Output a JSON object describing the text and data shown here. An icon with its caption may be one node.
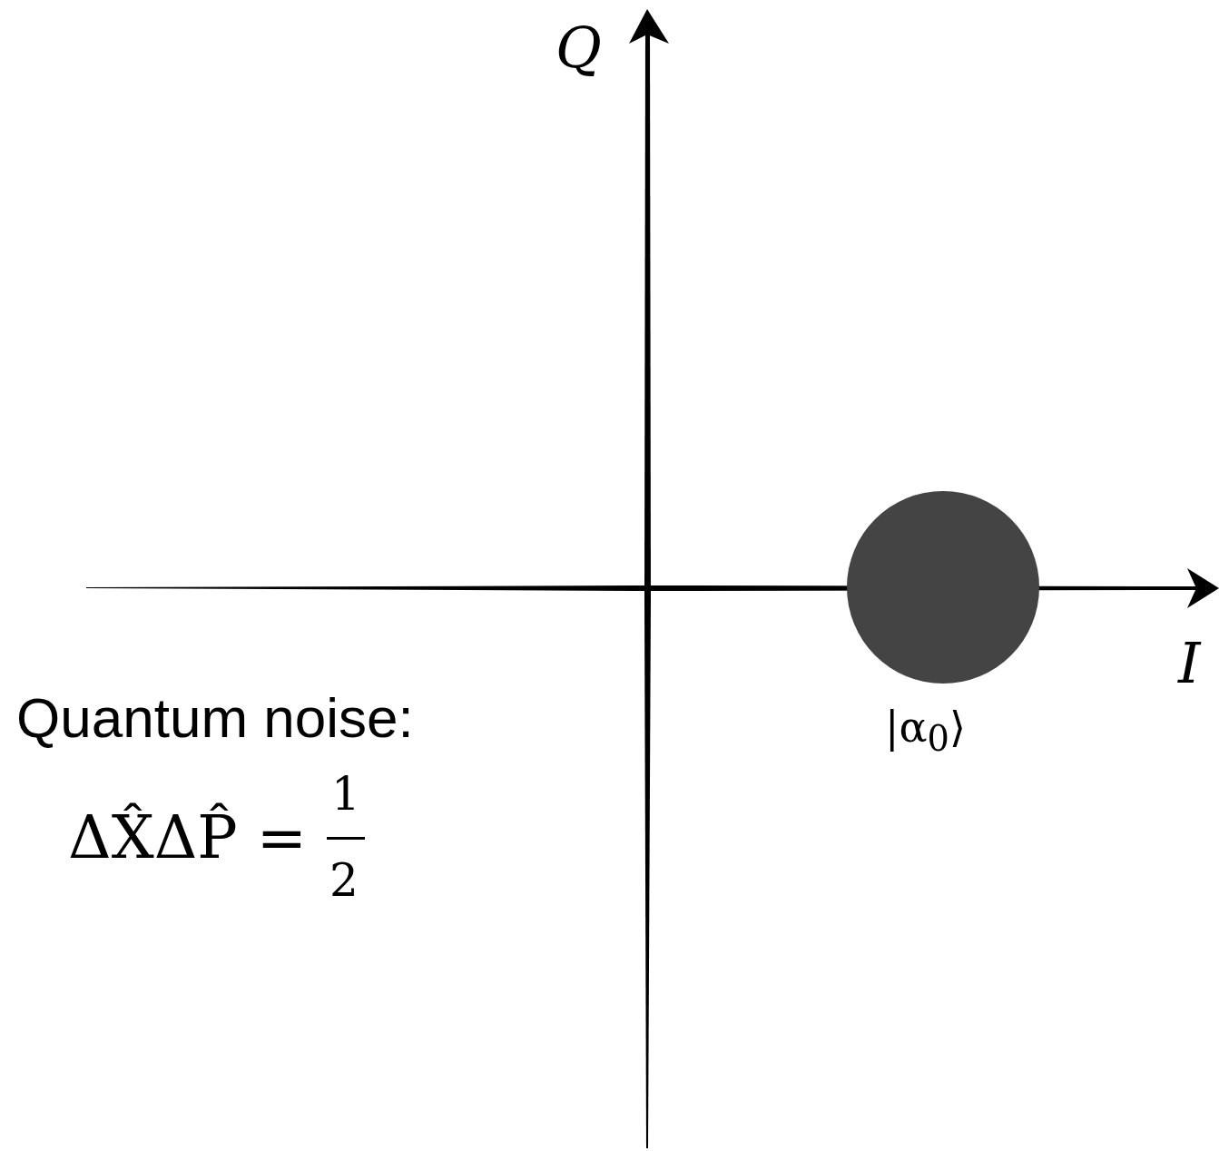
{
  "diagram": {
    "nodes": [
      {
        "text": [],
        "shape": "circle",
        "beside": [
          "|α$_{0}$⟩"
        ]
      }
    ],
    "labels": [
      "Q",
      "I",
      "Quantum noise:",
      "ΔX̂ΔP̂ =",
      "1",
      "2"
    ]
  }
}
